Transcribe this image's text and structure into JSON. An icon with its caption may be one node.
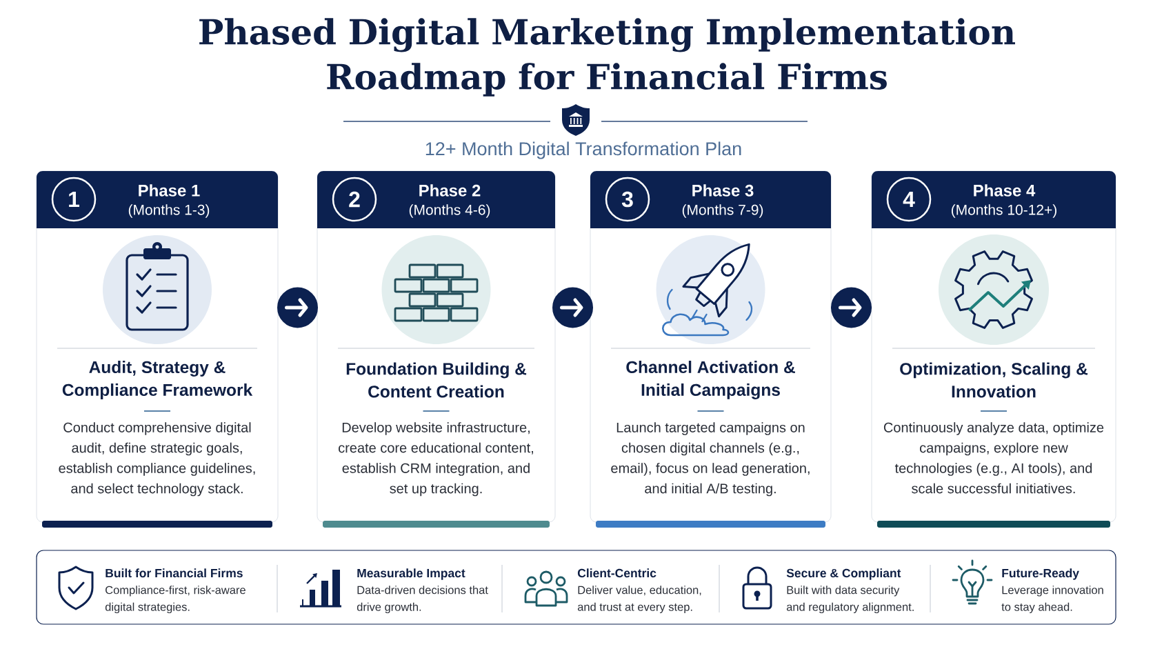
{
  "diagram": {
    "title": "Phased Digital Marketing Implementation Roadmap for Financial Firms",
    "nodes": [
      {
        "text": [
          "Phase 1",
          "(Months 1-3)",
          "Audit, Strategy & Compliance Framework",
          "Conduct comprehensive digital audit, define strategic goals, establish compliance guidelines, and select technology stack."
        ]
      },
      {
        "text": [
          "1"
        ],
        "in": 0
      },
      {
        "text": [
          "Phase 2",
          "(Months 4-6)",
          "Foundation Building & Content Creation",
          "Develop website infrastructure, create core educational content, establish CRM integration, and set up tracking."
        ]
      },
      {
        "text": [
          "2"
        ],
        "in": 2
      },
      {
        "text": [
          "Phase 3",
          "(Months 7-9)",
          "Channel Activation & Initial Campaigns",
          "Launch targeted campaigns on chosen digital channels (e.g., email), focus on lead generation, and initial A/B testing."
        ]
      },
      {
        "text": [
          "3"
        ],
        "in": 4
      },
      {
        "text": [
          "Phase 4",
          "(Months 10-12+)",
          "Optimization, Scaling & Innovation",
          "Continuously analyze data, optimize campaigns, explore new technologies (e.g., AI tools), and scale successful initiatives."
        ]
      },
      {
        "text": [
          "4"
        ],
        "in": 6
      },
      {
        "text": [
          "Built for Financial Firms",
          "Compliance-first, risk-aware digital strategies.",
          "Measurable Impact",
          "Data-driven decisions that drive growth.",
          "Client-Centric",
          "Deliver value, education, and trust at every step.",
          "Secure & Compliant",
          "Built with data security and regulatory alignment.",
          "Future-Ready",
          "Leverage innovation to stay ahead."
        ]
      }
    ],
    "edges": [
      {
        "from": 0,
        "to": 2,
        "arrow": "to"
      },
      {
        "from": 2,
        "to": 4,
        "arrow": "to"
      },
      {
        "from": 4,
        "to": 6,
        "arrow": "to",
        "color": "#0c2150"
      }
    ],
    "labels": [
      "12+ Month Digital Transformation Plan"
    ]
  }
}
